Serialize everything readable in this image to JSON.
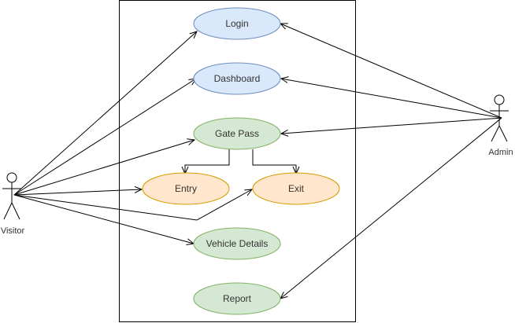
{
  "colors": {
    "blue_fill": "#dae8fc",
    "blue_stroke": "#6c8ebf",
    "green_fill": "#d5e8d4",
    "green_stroke": "#82b366",
    "orange_fill": "#ffe6cc",
    "orange_stroke": "#d79b00",
    "line": "#000000"
  },
  "actors": {
    "visitor": "Visitor",
    "admin": "Admin"
  },
  "use_cases": {
    "login": "Login",
    "dashboard": "Dashboard",
    "gate_pass": "Gate Pass",
    "entry": "Entry",
    "exit": "Exit",
    "vehicle_details": "Vehicle Details",
    "report": "Report"
  }
}
